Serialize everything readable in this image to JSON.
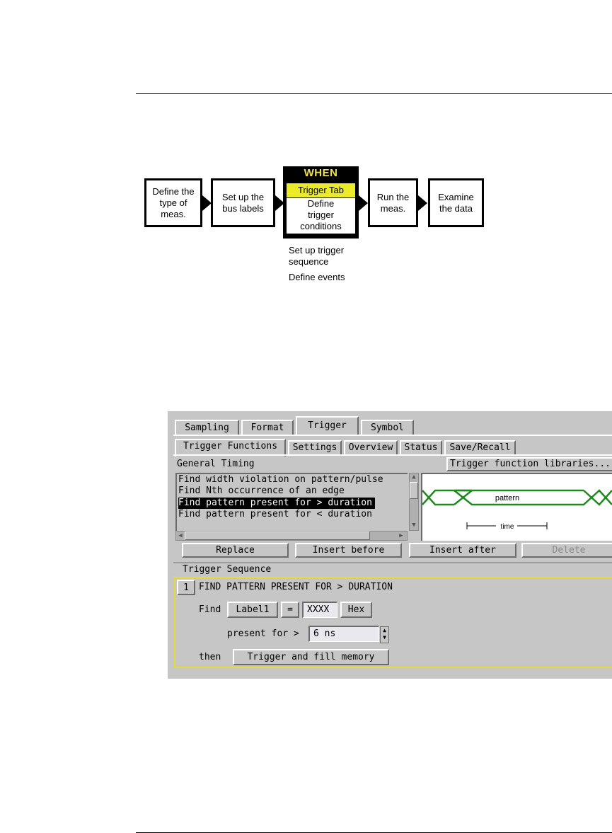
{
  "diagram": {
    "steps": [
      {
        "text": "Define the\ntype of\nmeas."
      },
      {
        "text": "Set up the\nbus labels"
      },
      {
        "text": "Run the\nmeas."
      },
      {
        "text": "Examine\nthe data"
      }
    ],
    "when": {
      "header": "WHEN",
      "tab_label": "Trigger Tab",
      "body": "Define\ntrigger\nconditions"
    },
    "notes": [
      "Set up trigger\nsequence",
      "Define events"
    ]
  },
  "ui": {
    "main_tabs": [
      {
        "label": "Sampling",
        "active": false
      },
      {
        "label": "Format",
        "active": false
      },
      {
        "label": "Trigger",
        "active": true
      },
      {
        "label": "Symbol",
        "active": false
      }
    ],
    "sub_tabs": [
      {
        "label": "Trigger Functions",
        "active": true
      },
      {
        "label": "Settings",
        "active": false
      },
      {
        "label": "Overview",
        "active": false
      },
      {
        "label": "Status",
        "active": false
      },
      {
        "label": "Save/Recall",
        "active": false
      }
    ],
    "category_label": "General Timing",
    "library_button": "Trigger function libraries...",
    "functions": [
      {
        "label": "Find width violation on pattern/pulse",
        "selected": false
      },
      {
        "label": "Find Nth occurrence of an edge",
        "selected": false
      },
      {
        "label": "Find pattern present for > duration",
        "selected": true
      },
      {
        "label": "Find pattern present for < duration",
        "selected": false
      }
    ],
    "preview": {
      "pattern_label": "pattern",
      "time_label": "time",
      "wave_color": "#1e8a1e"
    },
    "buttons": {
      "replace": "Replace",
      "insert_before": "Insert before",
      "insert_after": "Insert after",
      "delete": "Delete"
    },
    "sequence": {
      "title": "Trigger Sequence",
      "step_number": "1",
      "step_title": "FIND PATTERN PRESENT FOR > DURATION",
      "find_label": "Find",
      "label_button": "Label1",
      "operator": "=",
      "pattern_value": "XXXX",
      "radix": "Hex",
      "present_label": "present for >",
      "duration_value": "6 ns",
      "then_label": "then",
      "action": "Trigger and fill memory"
    }
  }
}
